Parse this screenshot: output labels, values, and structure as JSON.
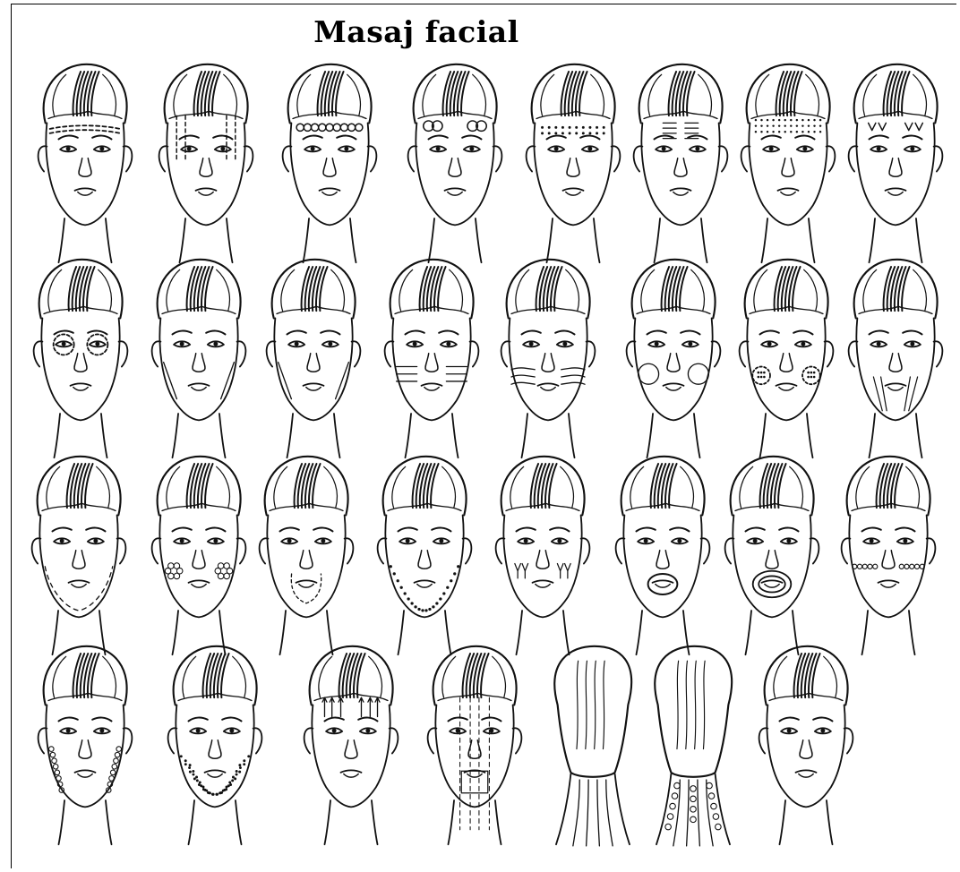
{
  "title": "Masaj facial",
  "rows": [
    [
      "forehead-band",
      "forehead-vertical",
      "forehead-circles",
      "forehead-spirals",
      "brow-dots",
      "forehead-arrows",
      "forehead-dots",
      "forehead-zigzag"
    ],
    [
      "eye-circles",
      "jaw-lines",
      "jaw-lines",
      "cheek-arrows",
      "cheek-lines",
      "cheek-circles",
      "cheek-dots",
      "chin-lines"
    ],
    [
      "jaw-dashes",
      "cheek-rosettes",
      "mouth-dashes",
      "jaw-dots",
      "cheek-marks",
      "mouth-ring",
      "mouth-spiral",
      "mouth-loops"
    ],
    [
      "jaw-spirals",
      "jaw-dots-dense",
      "forehead-arrows-up",
      "face-lines",
      "back",
      "back-spirals",
      "plain"
    ]
  ]
}
